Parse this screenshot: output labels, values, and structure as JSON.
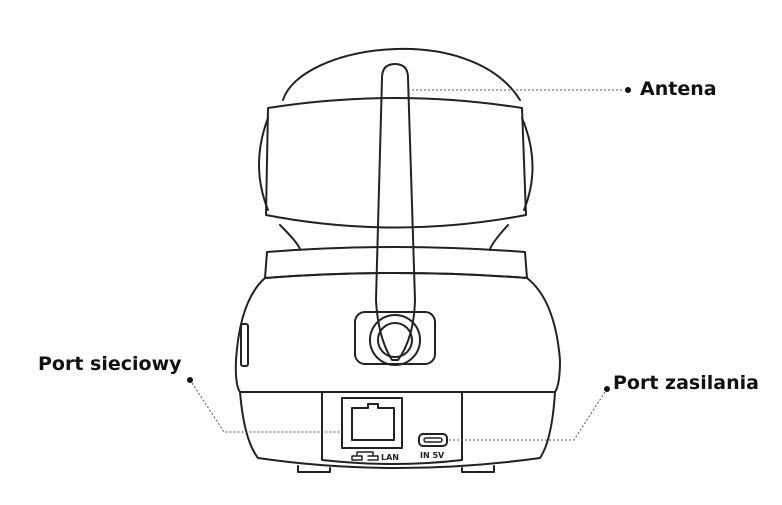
{
  "callouts": {
    "antenna": "Antena",
    "network_port": "Port sieciowy",
    "power_port": "Port zasilania"
  },
  "device_labels": {
    "lan": "LAN",
    "power_in": "IN 5V"
  },
  "colors": {
    "outline": "#222222",
    "leader_line": "#555555",
    "background": "#ffffff"
  }
}
